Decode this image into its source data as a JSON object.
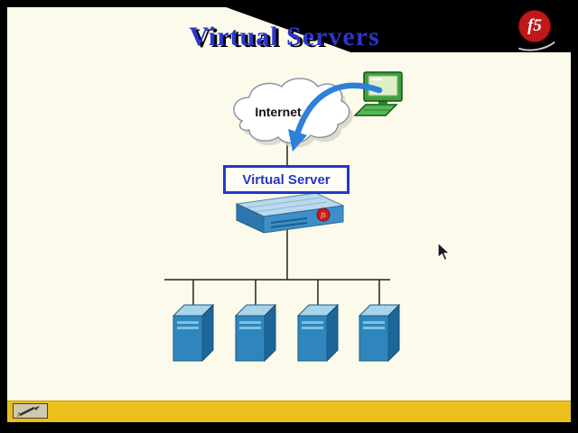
{
  "slide": {
    "title": "Virtual Servers",
    "logo_text": "f5"
  },
  "diagram": {
    "internet_label": "Internet",
    "virtual_server_label": "Virtual Server",
    "appliance_logo_text": "f5"
  },
  "colors": {
    "slide_bg": "#fbfaeb",
    "frame_bg": "#000000",
    "title_blue": "#2d35c8",
    "toolbar_gold": "#ecbf1a",
    "arrow_blue": "#2f80d8",
    "server_blue": "#2e86bd",
    "logo_red": "#c01818",
    "box_border_blue": "#2239c8"
  }
}
